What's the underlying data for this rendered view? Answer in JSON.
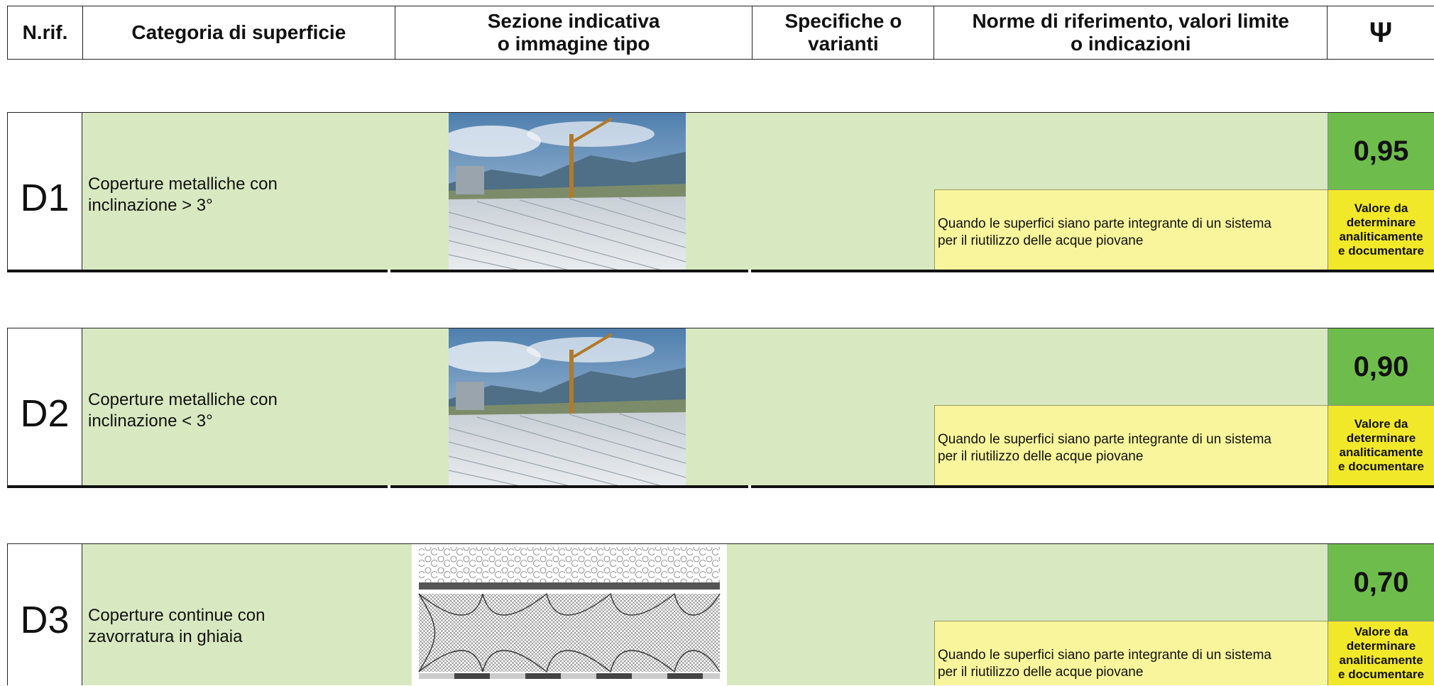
{
  "header": {
    "ref": "N.rif.",
    "category": "Categoria di superficie",
    "section": "Sezione indicativa\no immagine tipo",
    "specs": "Specifiche o\nvarianti",
    "norms": "Norme di riferimento, valori limite\no indicazioni",
    "psi": "Ψ"
  },
  "rows": [
    {
      "ref": "D1",
      "category": "Coperture metalliche con\ninclinazione > 3°",
      "psi": "0,95",
      "note": "Quando le superfici siano parte integrante di un sistema\nper il riutilizzo delle acque piovane",
      "psi_note": "Valore da\ndeterminare\nanaliticamente\ne documentare"
    },
    {
      "ref": "D2",
      "category": "Coperture metalliche con\ninclinazione < 3°",
      "psi": "0,90",
      "note": "Quando le superfici siano parte integrante di un sistema\nper il riutilizzo delle acque piovane",
      "psi_note": "Valore da\ndeterminare\nanaliticamente\ne documentare"
    },
    {
      "ref": "D3",
      "category": "Coperture continue con\nzavorratura in ghiaia",
      "psi": "0,70",
      "note": "Quando le superfici siano parte integrante di un sistema\nper il riutilizzo delle acque piovane",
      "psi_note": "Valore da\ndeterminare\nanaliticamente\ne documentare"
    }
  ]
}
